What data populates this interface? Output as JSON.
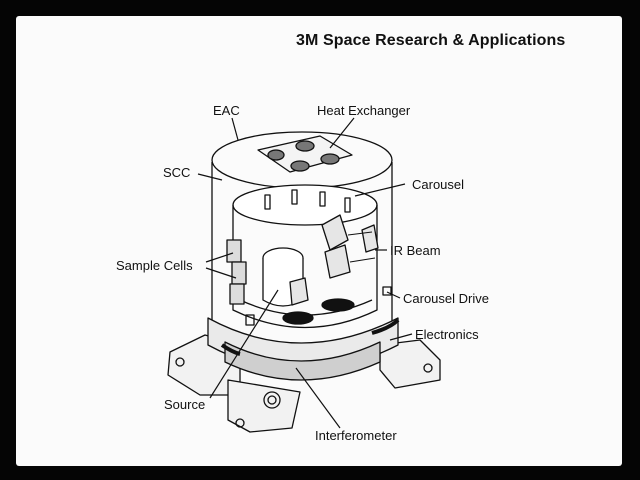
{
  "header": {
    "title": "3M Space Research & Applications"
  },
  "labels": {
    "eac": "EAC",
    "heat_exchanger": "Heat Exchanger",
    "scc": "SCC",
    "carousel": "Carousel",
    "sample_cells": "Sample Cells",
    "ir_beam": "IR Beam",
    "carousel_drive": "Carousel Drive",
    "electronics": "Electronics",
    "source": "Source",
    "interferometer": "Interferometer"
  }
}
